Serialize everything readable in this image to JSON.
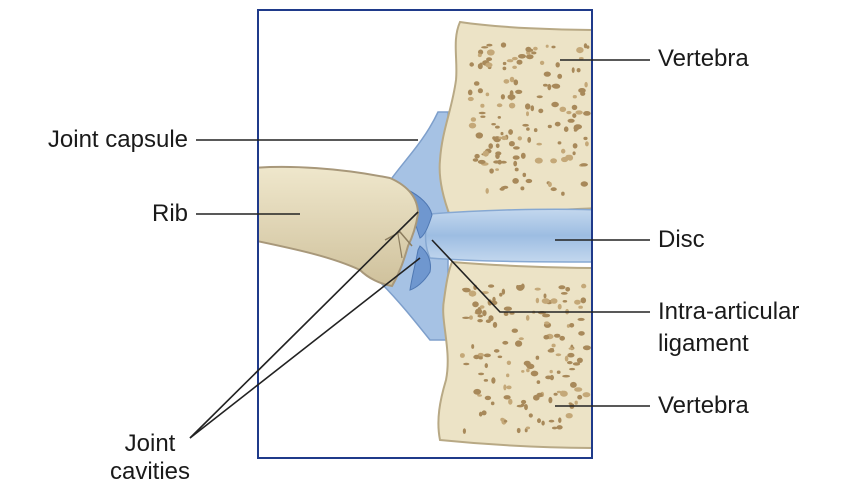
{
  "labels": {
    "vertebra_top": "Vertebra",
    "joint_capsule": "Joint capsule",
    "rib": "Rib",
    "disc": "Disc",
    "intra_articular_line1": "Intra-articular",
    "intra_articular_line2": "ligament",
    "vertebra_bottom": "Vertebra",
    "joint_cavities_line1": "Joint",
    "joint_cavities_line2": "cavities"
  },
  "colors": {
    "frame": "#1f3a8a",
    "bone": "#eae1c3",
    "bone_edge": "#b9ab86",
    "marrow_spot": "#a8895a",
    "capsule": "#9fbce0",
    "disc": "#a9c6e4",
    "leader": "#222222"
  }
}
